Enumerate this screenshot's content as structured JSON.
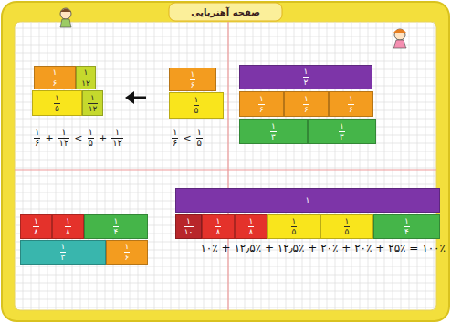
{
  "diagram": {
    "title": "صفحه آهنربایی",
    "nodes": [
      {
        "text": [
          "۱",
          "۶"
        ]
      },
      {
        "text": [
          "۱",
          "۱۲"
        ]
      },
      {
        "text": [
          "۱",
          "۵"
        ]
      },
      {
        "text": [
          "۱",
          "۱۲"
        ]
      },
      {
        "text": [
          "۱",
          "۶"
        ]
      },
      {
        "text": [
          "۱",
          "۵"
        ]
      },
      {
        "text": [
          "۱",
          "۲"
        ]
      },
      {
        "text": [
          "۱",
          "۶"
        ]
      },
      {
        "text": [
          "۱",
          "۶"
        ]
      },
      {
        "text": [
          "۱",
          "۶"
        ]
      },
      {
        "text": [
          "۱",
          "۳"
        ]
      },
      {
        "text": [
          "۱",
          "۳"
        ]
      },
      {
        "text": [
          "۱",
          "۸"
        ]
      },
      {
        "text": [
          "۱",
          "۸"
        ]
      },
      {
        "text": [
          "۱",
          "۴"
        ]
      },
      {
        "text": [
          "۱",
          "۳"
        ]
      },
      {
        "text": [
          "۱",
          "۶"
        ]
      },
      {
        "text": [
          "۱"
        ]
      },
      {
        "text": [
          "۱",
          "۱۰"
        ]
      },
      {
        "text": [
          "۱",
          "۸"
        ]
      },
      {
        "text": [
          "۱",
          "۸"
        ]
      },
      {
        "text": [
          "۱",
          "۵"
        ]
      },
      {
        "text": [
          "۱",
          "۵"
        ]
      },
      {
        "text": [
          "۱",
          "۴"
        ]
      }
    ],
    "labels": [
      "۱",
      "۶",
      "+",
      "۱",
      "۱۲",
      "<",
      "۱",
      "۵",
      "+",
      "۱",
      "۱۲",
      "۱",
      "۶",
      "<",
      "۱",
      "۵",
      "۱۰٪ + ۱۲٫۵٪ + ۱۲٫۵٪ + ۲۰٪ + ۲۰٪ + ۲۵٪ = ۱۰۰٪"
    ]
  }
}
